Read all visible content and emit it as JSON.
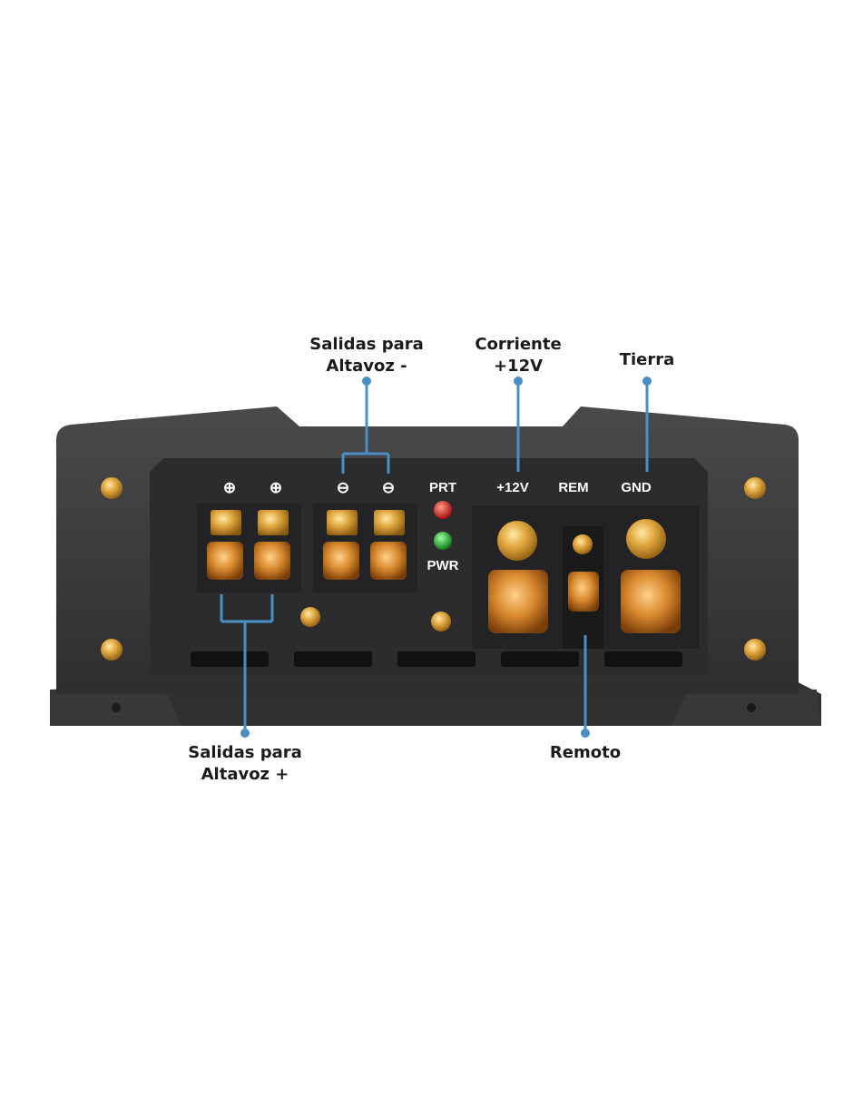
{
  "callouts": {
    "speaker_neg": "Salidas para\nAltavoz -",
    "power_12v": "Corriente\n+12V",
    "ground": "Tierra",
    "speaker_pos": "Salidas para\nAltavoz +",
    "remote": "Remoto"
  },
  "panel": {
    "plus_1": "⊕",
    "plus_2": "⊕",
    "minus_1": "⊖",
    "minus_2": "⊖",
    "prt": "PRT",
    "pwr": "PWR",
    "v12": "+12V",
    "rem": "REM",
    "gnd": "GND"
  },
  "colors": {
    "leader": "#4a8fc4",
    "body": "#3a3a3c",
    "terminal_block": "#252527",
    "gold": "#d9a441",
    "led_red": "#c8201a",
    "led_green": "#1f9a2a"
  }
}
